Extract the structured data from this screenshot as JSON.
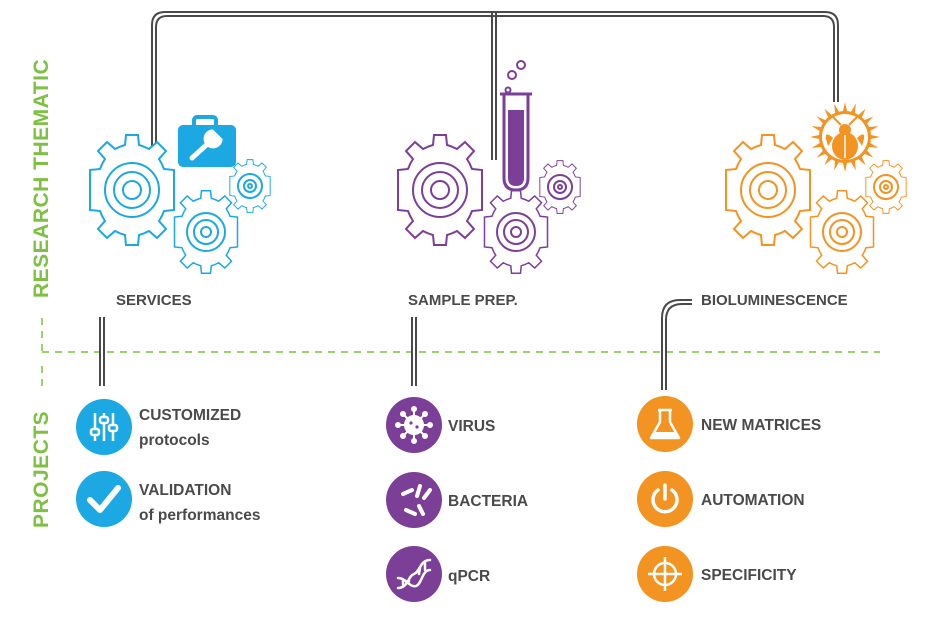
{
  "axis_labels": {
    "research": "RESEARCH THEMATIC",
    "projects": "PROJECTS"
  },
  "colors": {
    "green": "#7dc142",
    "blue": "#1ca8e3",
    "purple": "#7b3f98",
    "orange": "#f39321",
    "text": "#4a4a4a",
    "line": "#4a4a4a"
  },
  "themes": [
    {
      "id": "services",
      "label": "SERVICES",
      "color": "#1ca8e3",
      "icon": "toolbox-icon",
      "projects": [
        {
          "icon": "sliders-icon",
          "line1": "CUSTOMIZED",
          "line2": "protocols"
        },
        {
          "icon": "checkmark-icon",
          "line1": "VALIDATION",
          "line2": "of performances"
        }
      ]
    },
    {
      "id": "sample-prep",
      "label": "SAMPLE PREP.",
      "color": "#7b3f98",
      "icon": "test-tube-icon",
      "projects": [
        {
          "icon": "virus-icon",
          "line1": "VIRUS",
          "line2": ""
        },
        {
          "icon": "bacteria-icon",
          "line1": "BACTERIA",
          "line2": ""
        },
        {
          "icon": "dna-icon",
          "line1": "qPCR",
          "line2": ""
        }
      ]
    },
    {
      "id": "bioluminescence",
      "label": "BIOLUMINESCENCE",
      "color": "#f39321",
      "icon": "firefly-icon",
      "projects": [
        {
          "icon": "flask-icon",
          "line1": "NEW MATRICES",
          "line2": ""
        },
        {
          "icon": "power-icon",
          "line1": "AUTOMATION",
          "line2": ""
        },
        {
          "icon": "crosshair-icon",
          "line1": "SPECIFICITY",
          "line2": ""
        }
      ]
    }
  ]
}
